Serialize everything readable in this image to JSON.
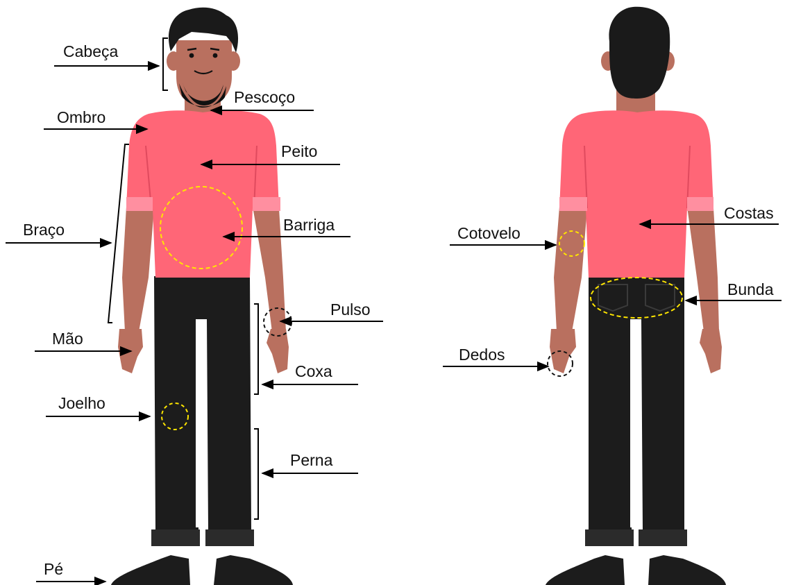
{
  "labels": {
    "head": "Cabeça",
    "neck": "Pescoço",
    "shoulder": "Ombro",
    "chest": "Peito",
    "arm": "Braço",
    "belly": "Barriga",
    "wrist": "Pulso",
    "hand": "Mão",
    "thigh": "Coxa",
    "knee": "Joelho",
    "leg": "Perna",
    "foot": "Pé",
    "elbow": "Cotovelo",
    "back": "Costas",
    "buttocks": "Bunda",
    "fingers": "Dedos"
  },
  "colors": {
    "shirt": "#ff6677",
    "sleeve_cuff": "#ff8fa0",
    "skin": "#b9705f",
    "hair": "#1a1a1a",
    "pants": "#1c1c1c",
    "shoes": "#1c1c1c",
    "highlight_yellow": "#ffe600",
    "highlight_black": "#111111"
  },
  "icons": {
    "front_figure": "person-front-illustration",
    "back_figure": "person-back-illustration"
  }
}
